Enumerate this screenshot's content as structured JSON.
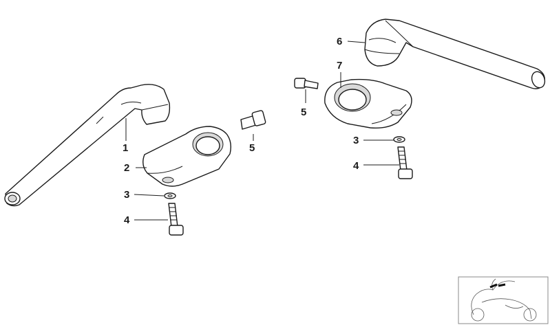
{
  "callouts": {
    "left": {
      "c1": "1",
      "c2": "2",
      "c3": "3",
      "c4": "4",
      "c5": "5"
    },
    "right": {
      "c6": "6",
      "c7": "7",
      "c5": "5",
      "c3": "3",
      "c4": "4"
    }
  },
  "icons": {
    "inset": "motorcycle-thumbnail-icon"
  }
}
